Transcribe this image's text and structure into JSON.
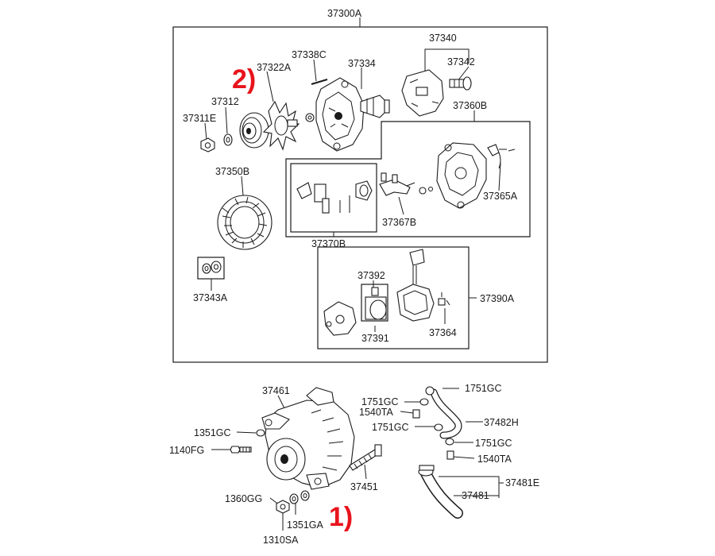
{
  "diagram": {
    "labels": {
      "assembly": "37300A",
      "pulley": "37322A",
      "pin": "37338C",
      "front_bracket": "37334",
      "brush_set": "37340",
      "brush": "37342",
      "spacer": "37312",
      "nut": "37311E",
      "rear_bracket": "37360B",
      "stator": "37350B",
      "rectifier": "37370B",
      "terminal": "37367B",
      "sensor": "37365A",
      "bearing_set": "37343A",
      "regulator_set": "37392",
      "regulator_assy": "37390A",
      "regulator": "37391",
      "screw": "37364",
      "alternator": "37461",
      "bolt_a": "1351GC",
      "bolt_b": "1140FG",
      "washer": "1360GG",
      "lock_nut": "1351GA",
      "nut_b": "1310SA",
      "adjust_bolt": "37451",
      "gasket_1": "1751GC",
      "gasket_2": "1751GC",
      "gasket_3": "1751GC",
      "gasket_4": "1751GC",
      "union_bolt_1": "1540TA",
      "union_bolt_2": "1540TA",
      "oil_pipe": "37482H",
      "hose_assy": "37481E",
      "hose": "37481"
    },
    "callouts": {
      "marker_1": "1)",
      "marker_2": "2)"
    }
  }
}
